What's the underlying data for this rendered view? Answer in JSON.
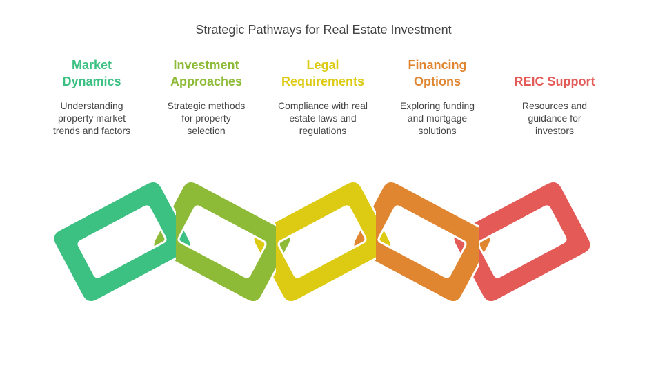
{
  "title": "Strategic Pathways for Real Estate Investment",
  "steps": [
    {
      "heading": [
        "Market",
        "Dynamics"
      ],
      "description": [
        "Understanding",
        "property market",
        "trends and factors"
      ],
      "color": "#3CC183"
    },
    {
      "heading": [
        "Investment",
        "Approaches"
      ],
      "description": [
        "Strategic methods",
        "for property",
        "selection"
      ],
      "color": "#8DBB37"
    },
    {
      "heading": [
        "Legal",
        "Requirements"
      ],
      "description": [
        "Compliance with real",
        "estate laws and",
        "regulations"
      ],
      "color": "#DCCB12"
    },
    {
      "heading": [
        "Financing",
        "Options"
      ],
      "description": [
        "Exploring funding",
        "and mortgage",
        "solutions"
      ],
      "color": "#E08530"
    },
    {
      "heading": [
        "REIC Support"
      ],
      "description": [
        "Resources and",
        "guidance for",
        "investors"
      ],
      "color": "#E35A57"
    }
  ]
}
